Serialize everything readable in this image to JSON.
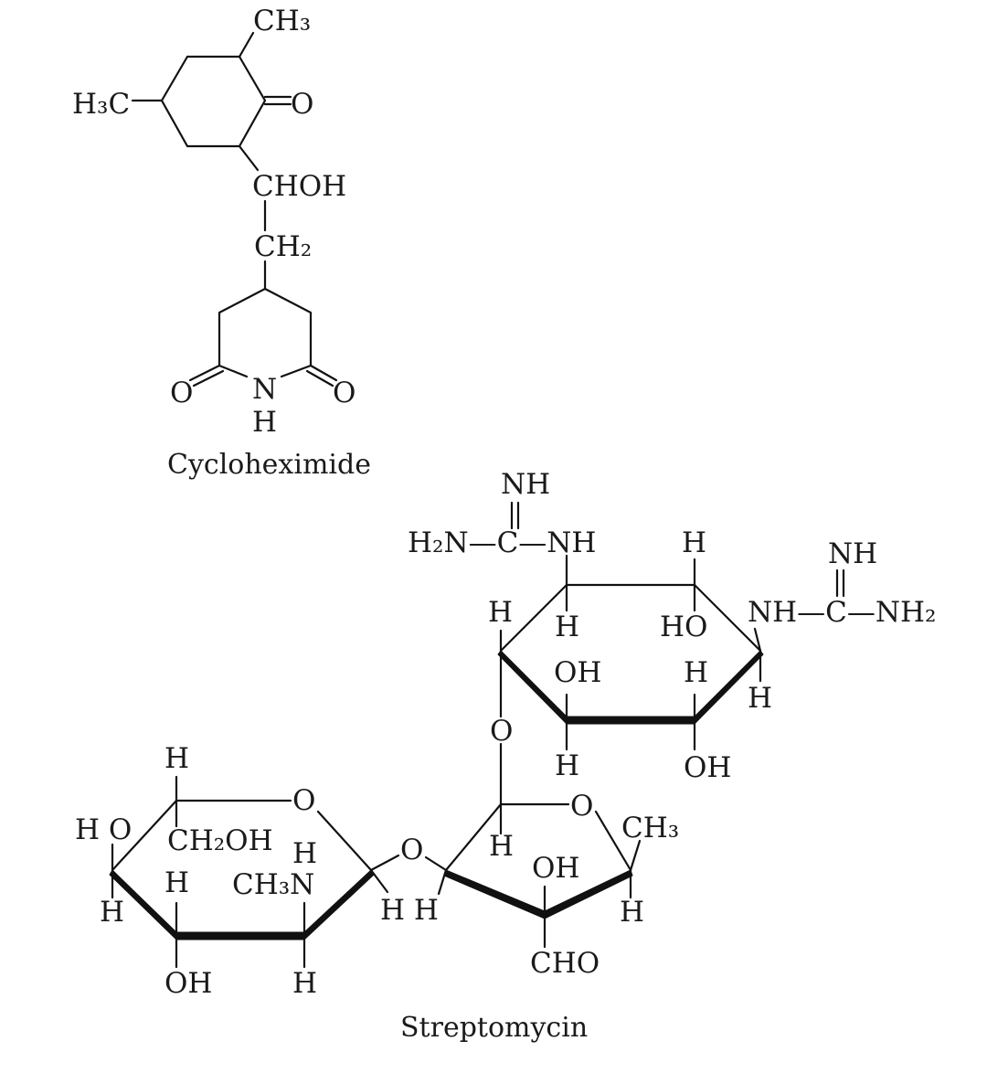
{
  "cycloheximide": {
    "name": "Cycloheximide",
    "labels": {
      "ch3_top": "CH₃",
      "h3c_left": "H₃C",
      "ketone_o": "O",
      "chohoh": "CHOH",
      "ch2": "CH₂",
      "imide_o_left": "O",
      "imide_n": "N",
      "imide_h": "H",
      "imide_o_right": "O"
    }
  },
  "streptomycin": {
    "name": "Streptomycin",
    "labels": {
      "nh_left_top": "NH",
      "guan_left_row": "H₂N—C—NH",
      "h_top_right": "H",
      "nh_right_top": "NH",
      "guan_right_row": "NH—C—NH₂",
      "streptidine_h_left": "H",
      "streptidine_h_mid": "H",
      "streptidine_ho": "HO",
      "streptidine_oh_mid": "OH",
      "streptidine_h_mid2": "H",
      "streptidine_h_right": "H",
      "link_o_upper": "O",
      "streptidine_h_low": "H",
      "streptidine_oh_low": "OH",
      "strept_ring_o": "O",
      "strept_ch3": "CH₃",
      "strept_h": "H",
      "strept_oh": "OH",
      "strept_h_right": "H",
      "strept_cho": "CHO",
      "link_o_lower": "O",
      "hh_pair": "H H",
      "glu_h_top": "H",
      "glu_ring_o": "O",
      "glu_ho": "H O",
      "glu_ch2oh": "CH₂OH",
      "glu_h_nh": "H",
      "glu_h_mid": "H",
      "glu_ch3n": "CH₃N",
      "glu_h_left": "H",
      "glu_oh_bottom": "OH",
      "glu_h_bottom": "H"
    }
  }
}
